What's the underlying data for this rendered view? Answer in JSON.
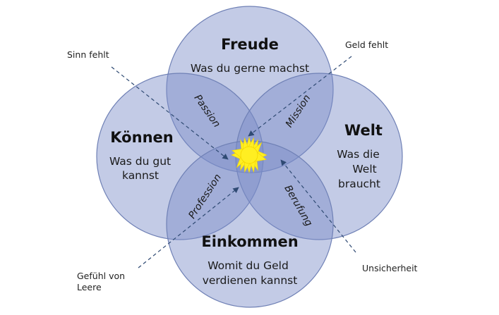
{
  "circles": {
    "freude": {
      "title": "Freude",
      "subtitle": [
        "Was du gerne machst"
      ]
    },
    "koennen": {
      "title": "Können",
      "subtitle": [
        "Was du gut",
        "kannst"
      ]
    },
    "welt": {
      "title": "Welt",
      "subtitle": [
        "Was die",
        "Welt",
        "braucht"
      ]
    },
    "einkommen": {
      "title": "Einkommen",
      "subtitle": [
        "Womit du Geld",
        "verdienen kannst"
      ]
    }
  },
  "intersections": {
    "passion": "Passion",
    "mission": "Mission",
    "profession": "Profession",
    "berufung": "Berufung"
  },
  "annotations": {
    "sinn_fehlt": [
      "Sinn fehlt"
    ],
    "geld_fehlt": [
      "Geld fehlt"
    ],
    "gefuehl_von_leere": [
      "Gefühl von",
      "Leere"
    ],
    "unsicherheit": [
      "Unsicherheit"
    ]
  },
  "colors": {
    "circle_fill": "#798cc7",
    "circle_stroke": "#6f80b5",
    "sun": "#ffee22",
    "arrow": "#2f4a73"
  },
  "icons": {
    "center": "sun-icon"
  }
}
